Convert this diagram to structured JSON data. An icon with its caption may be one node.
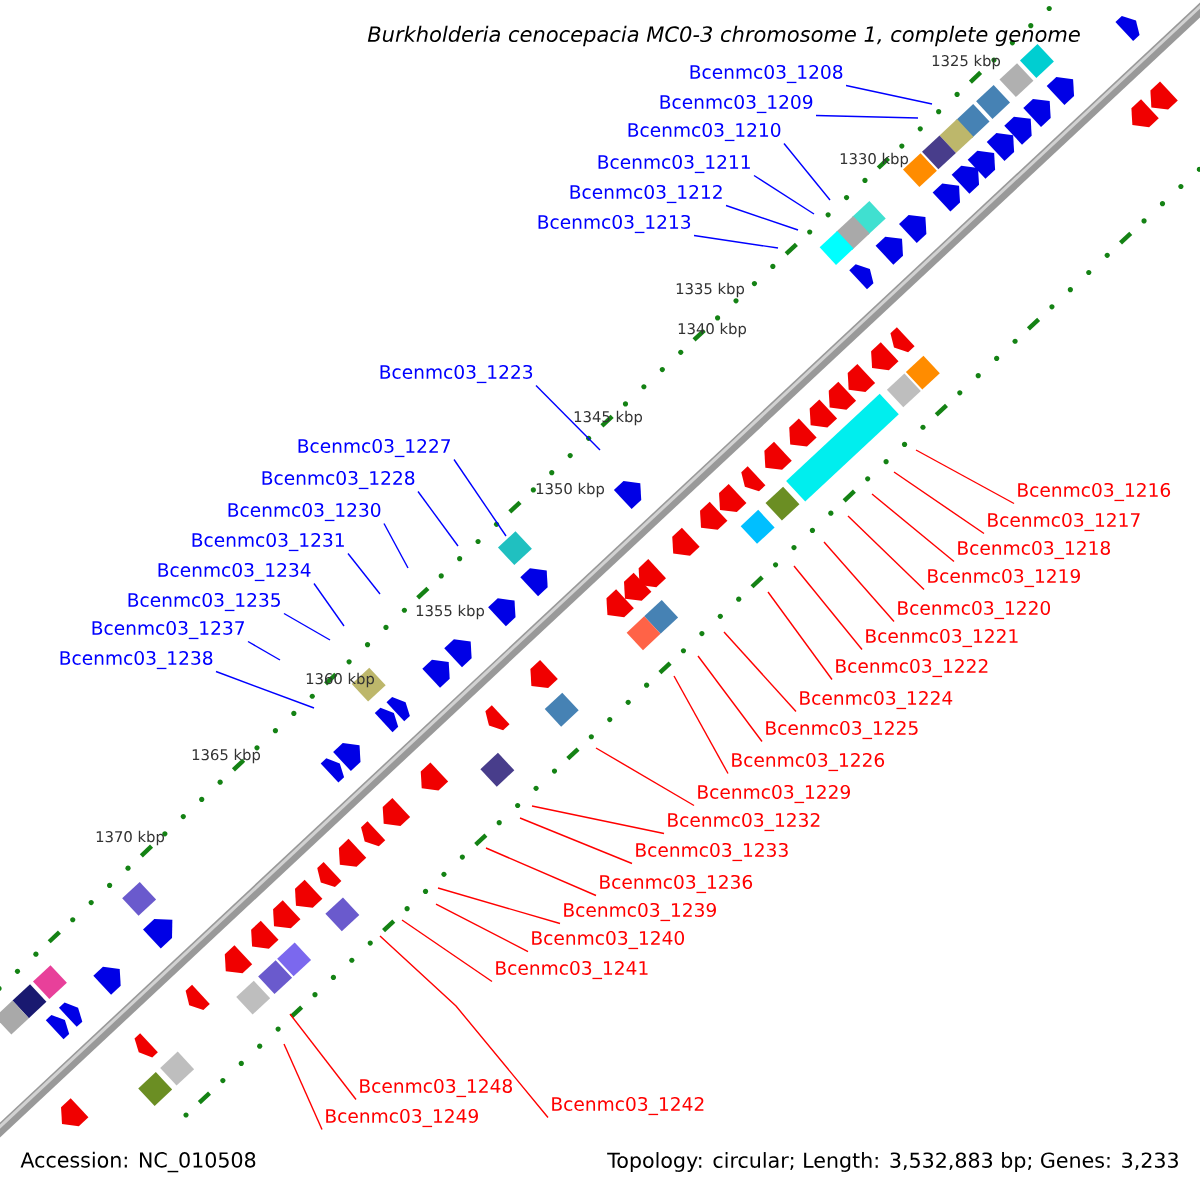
{
  "diagram": {
    "title": "*Burkholderia cenocepacia* MC0-3 chromosome 1, complete genome",
    "nodes": [
      {
        "text": [
          "Bcenmc03_1208"
        ]
      },
      {
        "text": [
          "Bcenmc03_1209"
        ]
      },
      {
        "text": [
          "Bcenmc03_1210"
        ]
      },
      {
        "text": [
          "Bcenmc03_1211"
        ]
      },
      {
        "text": [
          "Bcenmc03_1212"
        ]
      },
      {
        "text": [
          "Bcenmc03_1213"
        ]
      },
      {
        "text": [
          "Bcenmc03_1223"
        ]
      },
      {
        "text": [
          "Bcenmc03_1227"
        ]
      },
      {
        "text": [
          "Bcenmc03_1228"
        ]
      },
      {
        "text": [
          "Bcenmc03_1230"
        ]
      },
      {
        "text": [
          "Bcenmc03_1231"
        ]
      },
      {
        "text": [
          "Bcenmc03_1234"
        ]
      },
      {
        "text": [
          "Bcenmc03_1235"
        ]
      },
      {
        "text": [
          "Bcenmc03_1237"
        ]
      },
      {
        "text": [
          "Bcenmc03_1238"
        ]
      },
      {
        "text": [
          "Bcenmc03_1216"
        ]
      },
      {
        "text": [
          "Bcenmc03_1217"
        ]
      },
      {
        "text": [
          "Bcenmc03_1218"
        ]
      },
      {
        "text": [
          "Bcenmc03_1219"
        ]
      },
      {
        "text": [
          "Bcenmc03_1220"
        ]
      },
      {
        "text": [
          "Bcenmc03_1221"
        ]
      },
      {
        "text": [
          "Bcenmc03_1222"
        ]
      },
      {
        "text": [
          "Bcenmc03_1224"
        ]
      },
      {
        "text": [
          "Bcenmc03_1225"
        ]
      },
      {
        "text": [
          "Bcenmc03_1226"
        ]
      },
      {
        "text": [
          "Bcenmc03_1229"
        ]
      },
      {
        "text": [
          "Bcenmc03_1232"
        ]
      },
      {
        "text": [
          "Bcenmc03_1233"
        ]
      },
      {
        "text": [
          "Bcenmc03_1236"
        ]
      },
      {
        "text": [
          "Bcenmc03_1239"
        ]
      },
      {
        "text": [
          "Bcenmc03_1240"
        ]
      },
      {
        "text": [
          "Bcenmc03_1241"
        ]
      },
      {
        "text": [
          "Bcenmc03_1242"
        ]
      },
      {
        "text": [
          "Bcenmc03_1248"
        ]
      },
      {
        "text": [
          "Bcenmc03_1249"
        ]
      }
    ],
    "edges": [
      {
        "from": 0,
        "to": null,
        "arrow": "none",
        "color": "#0000ff"
      },
      {
        "from": 1,
        "to": null,
        "arrow": "none",
        "color": "#0000ff"
      },
      {
        "from": 2,
        "to": null,
        "arrow": "none",
        "color": "#0000ff"
      },
      {
        "from": 3,
        "to": null,
        "arrow": "none",
        "color": "#0000ff"
      },
      {
        "from": 4,
        "to": null,
        "arrow": "none",
        "color": "#0000ff"
      },
      {
        "from": 5,
        "to": null,
        "arrow": "none",
        "color": "#0000ff"
      },
      {
        "from": 6,
        "to": null,
        "arrow": "none",
        "color": "#0000ff"
      },
      {
        "from": 7,
        "to": null,
        "arrow": "none",
        "color": "#0000ff"
      },
      {
        "from": 8,
        "to": null,
        "arrow": "none",
        "color": "#0000ff"
      },
      {
        "from": 9,
        "to": null,
        "arrow": "none",
        "color": "#0000ff"
      },
      {
        "from": 10,
        "to": null,
        "arrow": "none",
        "color": "#0000ff"
      },
      {
        "from": 11,
        "to": null,
        "arrow": "none",
        "color": "#0000ff"
      },
      {
        "from": 12,
        "to": null,
        "arrow": "none",
        "color": "#0000ff"
      },
      {
        "from": 13,
        "to": null,
        "arrow": "none",
        "color": "#0000ff"
      },
      {
        "from": 14,
        "to": null,
        "arrow": "none",
        "color": "#0000ff"
      },
      {
        "from": 15,
        "to": null,
        "arrow": "none"
      },
      {
        "from": 16,
        "to": null,
        "arrow": "none"
      },
      {
        "from": 17,
        "to": null,
        "arrow": "none"
      },
      {
        "from": 18,
        "to": null,
        "arrow": "none"
      },
      {
        "from": 19,
        "to": null,
        "arrow": "none"
      },
      {
        "from": 20,
        "to": null,
        "arrow": "none"
      },
      {
        "from": 21,
        "to": null,
        "arrow": "none"
      },
      {
        "from": 22,
        "to": null,
        "arrow": "none"
      },
      {
        "from": 23,
        "to": null,
        "arrow": "none"
      },
      {
        "from": 24,
        "to": null,
        "arrow": "none"
      },
      {
        "from": 25,
        "to": null,
        "arrow": "none"
      },
      {
        "from": 26,
        "to": null,
        "arrow": "none"
      },
      {
        "from": 27,
        "to": null,
        "arrow": "none"
      },
      {
        "from": 28,
        "to": null,
        "arrow": "none"
      },
      {
        "from": 29,
        "to": null,
        "arrow": "none"
      },
      {
        "from": 30,
        "to": null,
        "arrow": "none"
      },
      {
        "from": 31,
        "to": null,
        "arrow": "none"
      },
      {
        "from": 32,
        "to": null,
        "arrow": "none"
      },
      {
        "from": 33,
        "to": null,
        "arrow": "none"
      },
      {
        "from": 34,
        "to": null,
        "arrow": "none"
      }
    ],
    "labels": [
      "1325 kbp",
      "1330 kbp",
      "1335 kbp",
      "1340 kbp",
      "1345 kbp",
      "1350 kbp",
      "1355 kbp",
      "1360 kbp",
      "1365 kbp",
      "1370 kbp",
      "Accession: NC_010508",
      "Topology: circular; Length: 3,532,883 bp; Genes: 3,233"
    ]
  }
}
